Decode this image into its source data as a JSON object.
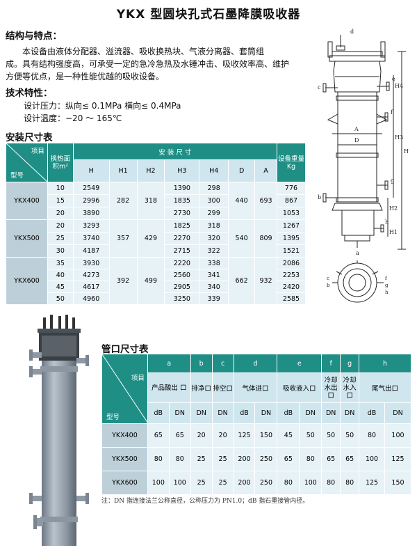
{
  "title": "YKX 型圆块孔式石墨降膜吸收器",
  "structure": {
    "heading": "结构与特点：",
    "lines": [
      "本设备由液体分配器、溢流器、吸收换热块、气液分离器、套筒组",
      "成。具有结构强度高，可承受一定的急冷急热及水锤冲击、吸收效率高、维护",
      "方便等优点，是一种性能优越的吸收设备。"
    ]
  },
  "tech": {
    "heading": "技术特性：",
    "pressure": "设计压力：纵向≤ 0.1MPa   横向≤ 0.4MPa",
    "temperature": "设计温度：−20 ～ 165℃"
  },
  "install_table": {
    "heading": "安装尺寸表",
    "corner_top": "项目",
    "corner_bottom": "型号",
    "area_header": "换热面积m²",
    "group_header": "安 装 尺 寸",
    "dim_headers": [
      "H",
      "H1",
      "H2",
      "H3",
      "H4",
      "D",
      "A"
    ],
    "weight_header": "设备重量Kg",
    "models": [
      {
        "name": "YKX400",
        "H1": "282",
        "H2": "318",
        "D": "440",
        "A": "693",
        "rows": [
          {
            "area": "10",
            "H": "2549",
            "H3": "1390",
            "H4": "298",
            "weight": "776"
          },
          {
            "area": "15",
            "H": "2996",
            "H3": "1835",
            "H4": "300",
            "weight": "867"
          },
          {
            "area": "20",
            "H": "3890",
            "H3": "2730",
            "H4": "299",
            "weight": "1053"
          }
        ]
      },
      {
        "name": "YKX500",
        "H1": "357",
        "H2": "429",
        "D": "540",
        "A": "809",
        "rows": [
          {
            "area": "20",
            "H": "3293",
            "H3": "1825",
            "H4": "318",
            "weight": "1267"
          },
          {
            "area": "25",
            "H": "3740",
            "H3": "2270",
            "H4": "320",
            "weight": "1395"
          },
          {
            "area": "30",
            "H": "4187",
            "H3": "2715",
            "H4": "322",
            "weight": "1521"
          }
        ]
      },
      {
        "name": "YKX600",
        "H1": "392",
        "H2": "499",
        "D": "662",
        "A": "932",
        "rows": [
          {
            "area": "35",
            "H": "3930",
            "H3": "2220",
            "H4": "338",
            "weight": "2086"
          },
          {
            "area": "40",
            "H": "4273",
            "H3": "2560",
            "H4": "341",
            "weight": "2253"
          },
          {
            "area": "45",
            "H": "4617",
            "H3": "2905",
            "H4": "340",
            "weight": "2420"
          },
          {
            "area": "50",
            "H": "4960",
            "H3": "3250",
            "H4": "339",
            "weight": "2585"
          }
        ]
      }
    ]
  },
  "nozzle_table": {
    "heading": "管口尺寸表",
    "corner_top": "项目",
    "corner_bottom": "型号",
    "letters": [
      "a",
      "b",
      "c",
      "d",
      "e",
      "f",
      "g",
      "h"
    ],
    "names": [
      "产品酸出 口",
      "排净口",
      "排空口",
      "气体进口",
      "吸收液入口",
      "冷却水出 口",
      "冷却水入 口",
      "尾气出口"
    ],
    "sub": [
      "dB",
      "DN",
      "DN",
      "DN",
      "dB",
      "DN",
      "dB",
      "DN",
      "DN",
      "DN",
      "dB",
      "DN"
    ],
    "rows": [
      {
        "model": "YKX400",
        "values": [
          "65",
          "65",
          "20",
          "20",
          "125",
          "150",
          "45",
          "50",
          "50",
          "50",
          "80",
          "100"
        ]
      },
      {
        "model": "YKX500",
        "values": [
          "80",
          "80",
          "25",
          "25",
          "200",
          "250",
          "65",
          "80",
          "65",
          "65",
          "100",
          "125"
        ]
      },
      {
        "model": "YKX600",
        "values": [
          "100",
          "100",
          "25",
          "25",
          "200",
          "250",
          "80",
          "100",
          "80",
          "80",
          "125",
          "150"
        ]
      }
    ]
  },
  "note": "注：DN 指连接法兰公称直径，公称压力为 PN1.0；dB 指石墨接管内径。",
  "drawing_labels": {
    "d": "d",
    "e": "e",
    "c": "c",
    "f": "f",
    "b": "b",
    "a": "a",
    "h": "h",
    "g": "g",
    "H": "H",
    "H1": "H1",
    "H2": "H2",
    "H3": "H3",
    "H4": "H4",
    "D": "D",
    "A": "A"
  },
  "colors": {
    "header": "#1f8f86",
    "model": "#bdd0d9",
    "cell": "#e7f2f7",
    "column": "#9aa6b2"
  }
}
